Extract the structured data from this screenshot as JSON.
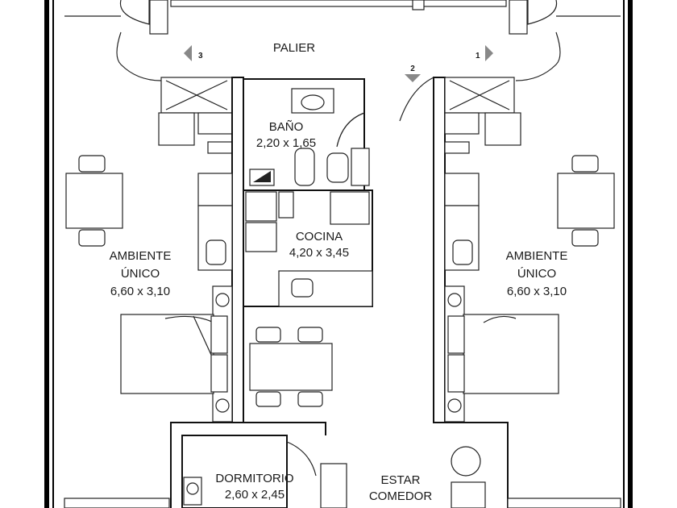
{
  "rooms": {
    "palier": {
      "name": "PALIER"
    },
    "bano": {
      "name": "BAÑO",
      "dims": "2,20 x 1,65"
    },
    "cocina": {
      "name": "COCINA",
      "dims": "4,20 x 3,45"
    },
    "ambiente_left": {
      "name_line1": "AMBIENTE",
      "name_line2": "ÚNICO",
      "dims": "6,60 x 3,10"
    },
    "ambiente_right": {
      "name_line1": "AMBIENTE",
      "name_line2": "ÚNICO",
      "dims": "6,60 x 3,10"
    },
    "dormitorio": {
      "name": "DORMITORIO",
      "dims": "2,60 x 2,45"
    },
    "estar": {
      "name_line1": "ESTAR",
      "name_line2": "COMEDOR"
    }
  },
  "unit_markers": [
    {
      "label": "3",
      "direction": "left"
    },
    {
      "label": "2",
      "direction": "down"
    },
    {
      "label": "1",
      "direction": "right"
    }
  ]
}
